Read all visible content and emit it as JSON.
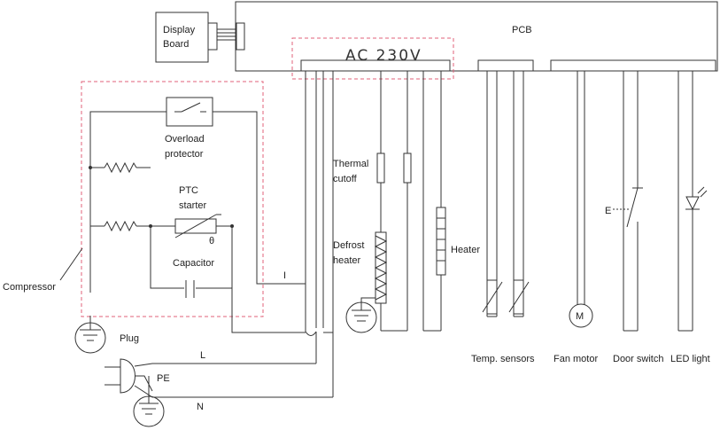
{
  "labels": {
    "display_board": [
      "Display",
      "Board"
    ],
    "pcb": "PCB",
    "ac_supply": "AC 230V",
    "overload_protector": [
      "Overload",
      "protector"
    ],
    "ptc_starter": [
      "PTC",
      "starter"
    ],
    "capacitor": "Capacitor",
    "compressor": "Compressor",
    "thermal_cutoff": [
      "Thermal",
      "cutoff"
    ],
    "defrost_heater": [
      "Defrost",
      "heater"
    ],
    "heater": "Heater",
    "plug": "Plug",
    "line_l": "L",
    "line_pe": "PE",
    "line_n": "N",
    "wire_one": "I",
    "ptc_theta": "θ",
    "door_switch_mark": "E",
    "fan_motor_mark": "M",
    "temp_sensors": "Temp. sensors",
    "fan_motor": "Fan motor",
    "door_switch": "Door switch",
    "led_light": "LED  light"
  },
  "colors": {
    "wire": "#333333",
    "highlight_dash": "#e0627a"
  }
}
